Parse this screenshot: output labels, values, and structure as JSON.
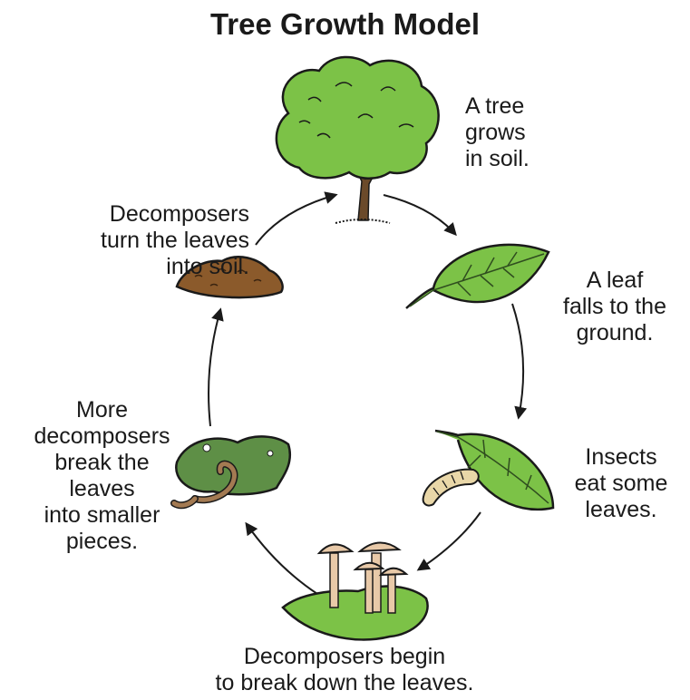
{
  "title": "Tree Growth Model",
  "stages": [
    {
      "id": "tree",
      "caption": "A tree\ngrows\nin soil."
    },
    {
      "id": "leaf-falls",
      "caption": "A leaf\nfalls to the\nground."
    },
    {
      "id": "insects",
      "caption": "Insects\neat some\nleaves."
    },
    {
      "id": "mushrooms",
      "caption": "Decomposers begin\nto break down the leaves."
    },
    {
      "id": "worm",
      "caption": "More\ndecomposers\nbreak the\nleaves\ninto smaller\npieces."
    },
    {
      "id": "soil",
      "caption": "Decomposers\nturn the leaves\ninto soil."
    }
  ],
  "colors": {
    "leaf_green": "#7cc247",
    "leaf_vein": "#2f4d1f",
    "soil_brown": "#8b5a2b",
    "trunk": "#6b4a2a",
    "mushroom": "#e8c9a8",
    "decayed_leaf": "#5e8f46",
    "worm": "#a37a52",
    "arrow": "#1a1a1a"
  }
}
